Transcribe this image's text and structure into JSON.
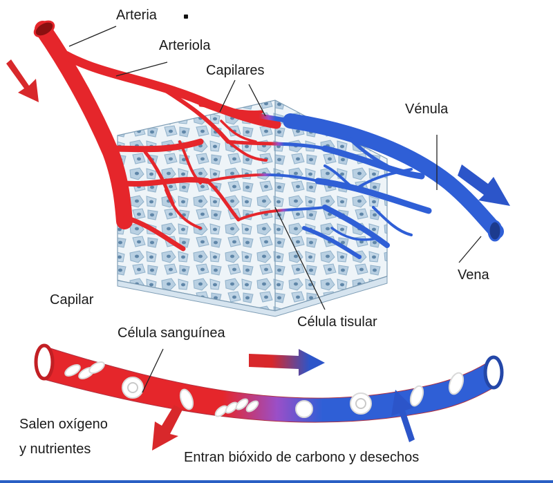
{
  "labels": {
    "arteria": "Arteria",
    "arteriola": "Arteriola",
    "capilares": "Capilares",
    "venula": "Vénula",
    "vena": "Vena",
    "capilar": "Capilar",
    "celula_tisular": "Célula tisular",
    "celula_sanguinea": "Célula sanguínea",
    "salen_line1": "Salen oxígeno",
    "salen_line2": "y nutrientes",
    "entran": "Entran bióxido de carbono y desechos"
  },
  "colors": {
    "artery": "#e5262b",
    "vein": "#2f5fd6",
    "mixed": "#9a4fc8",
    "tissue": "#bcd3e6",
    "cell": "#7ea4c4",
    "arrow_red": "#d8282b",
    "arrow_blue": "#2c55c9"
  }
}
